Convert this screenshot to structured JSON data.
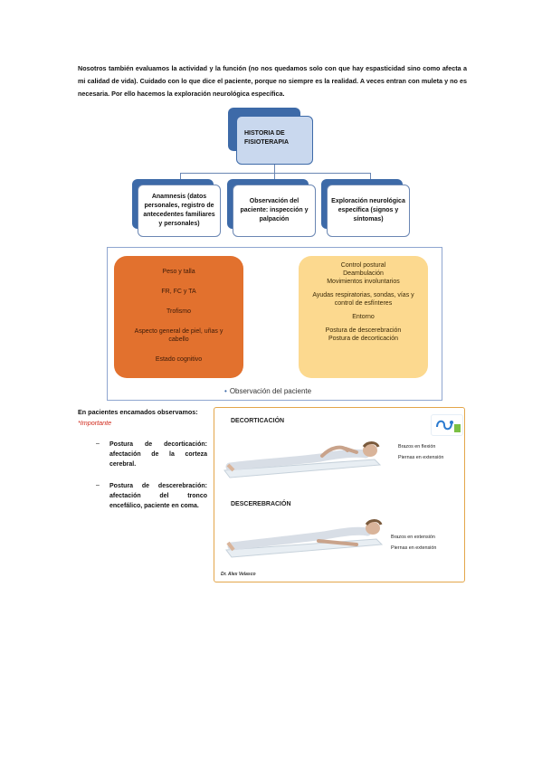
{
  "intro": "Nosotros también evaluamos la actividad y la función (no nos quedamos solo con que hay espasticidad sino como afecta a mi calidad de vida). Cuidado con lo que dice el paciente, porque no siempre es la realidad. A veces entran con muleta y no es necesaria. Por ello hacemos la exploración neurológica específica.",
  "diagram": {
    "root": "HISTORIA DE FISIOTERAPIA",
    "children": [
      "Anamnesis (datos personales, registro de antecedentes familiares y personales)",
      "Observación del paciente: inspección y palpación",
      "Exploración neurológica específica (signos y síntomas)"
    ]
  },
  "observation": {
    "left_items": [
      "Peso y talla",
      "FR, FC y TA",
      "Trofismo",
      "Aspecto general de piel, uñas y cabello",
      "Estado cognitivo"
    ],
    "right_items": [
      "Control postural",
      "Deambulación",
      "Movimientos involuntarios",
      "Ayudas respiratorias, sondas, vías y control de esfínteres",
      "Entorno",
      "Postura de descerebración",
      "Postura de decorticación"
    ],
    "caption": "Observación del paciente"
  },
  "coma": {
    "title": "En pacientes encamados observamos:",
    "important": "*Importante",
    "bullets": [
      {
        "dash": "–",
        "text": "Postura de decorticación: afectación de la corteza cerebral."
      },
      {
        "dash": "–",
        "text": "Postura de descerebración: afectación del tronco encefálico, paciente en coma."
      }
    ]
  },
  "figure": {
    "decort_label": "DECORTICACIÓN",
    "decort_notes": [
      "Brazos en flexión",
      "Piernas en extensión"
    ],
    "decere_label": "DESCEREBRACIÓN",
    "decere_notes": [
      "Brazos en extensión",
      "Piernas en extensión"
    ],
    "credit": "Dr. Alex Velasco"
  },
  "colors": {
    "accent": "#3d6aa8",
    "orange": "#e2712e",
    "yellow": "#fcd98f",
    "frame": "#e3a64a"
  }
}
